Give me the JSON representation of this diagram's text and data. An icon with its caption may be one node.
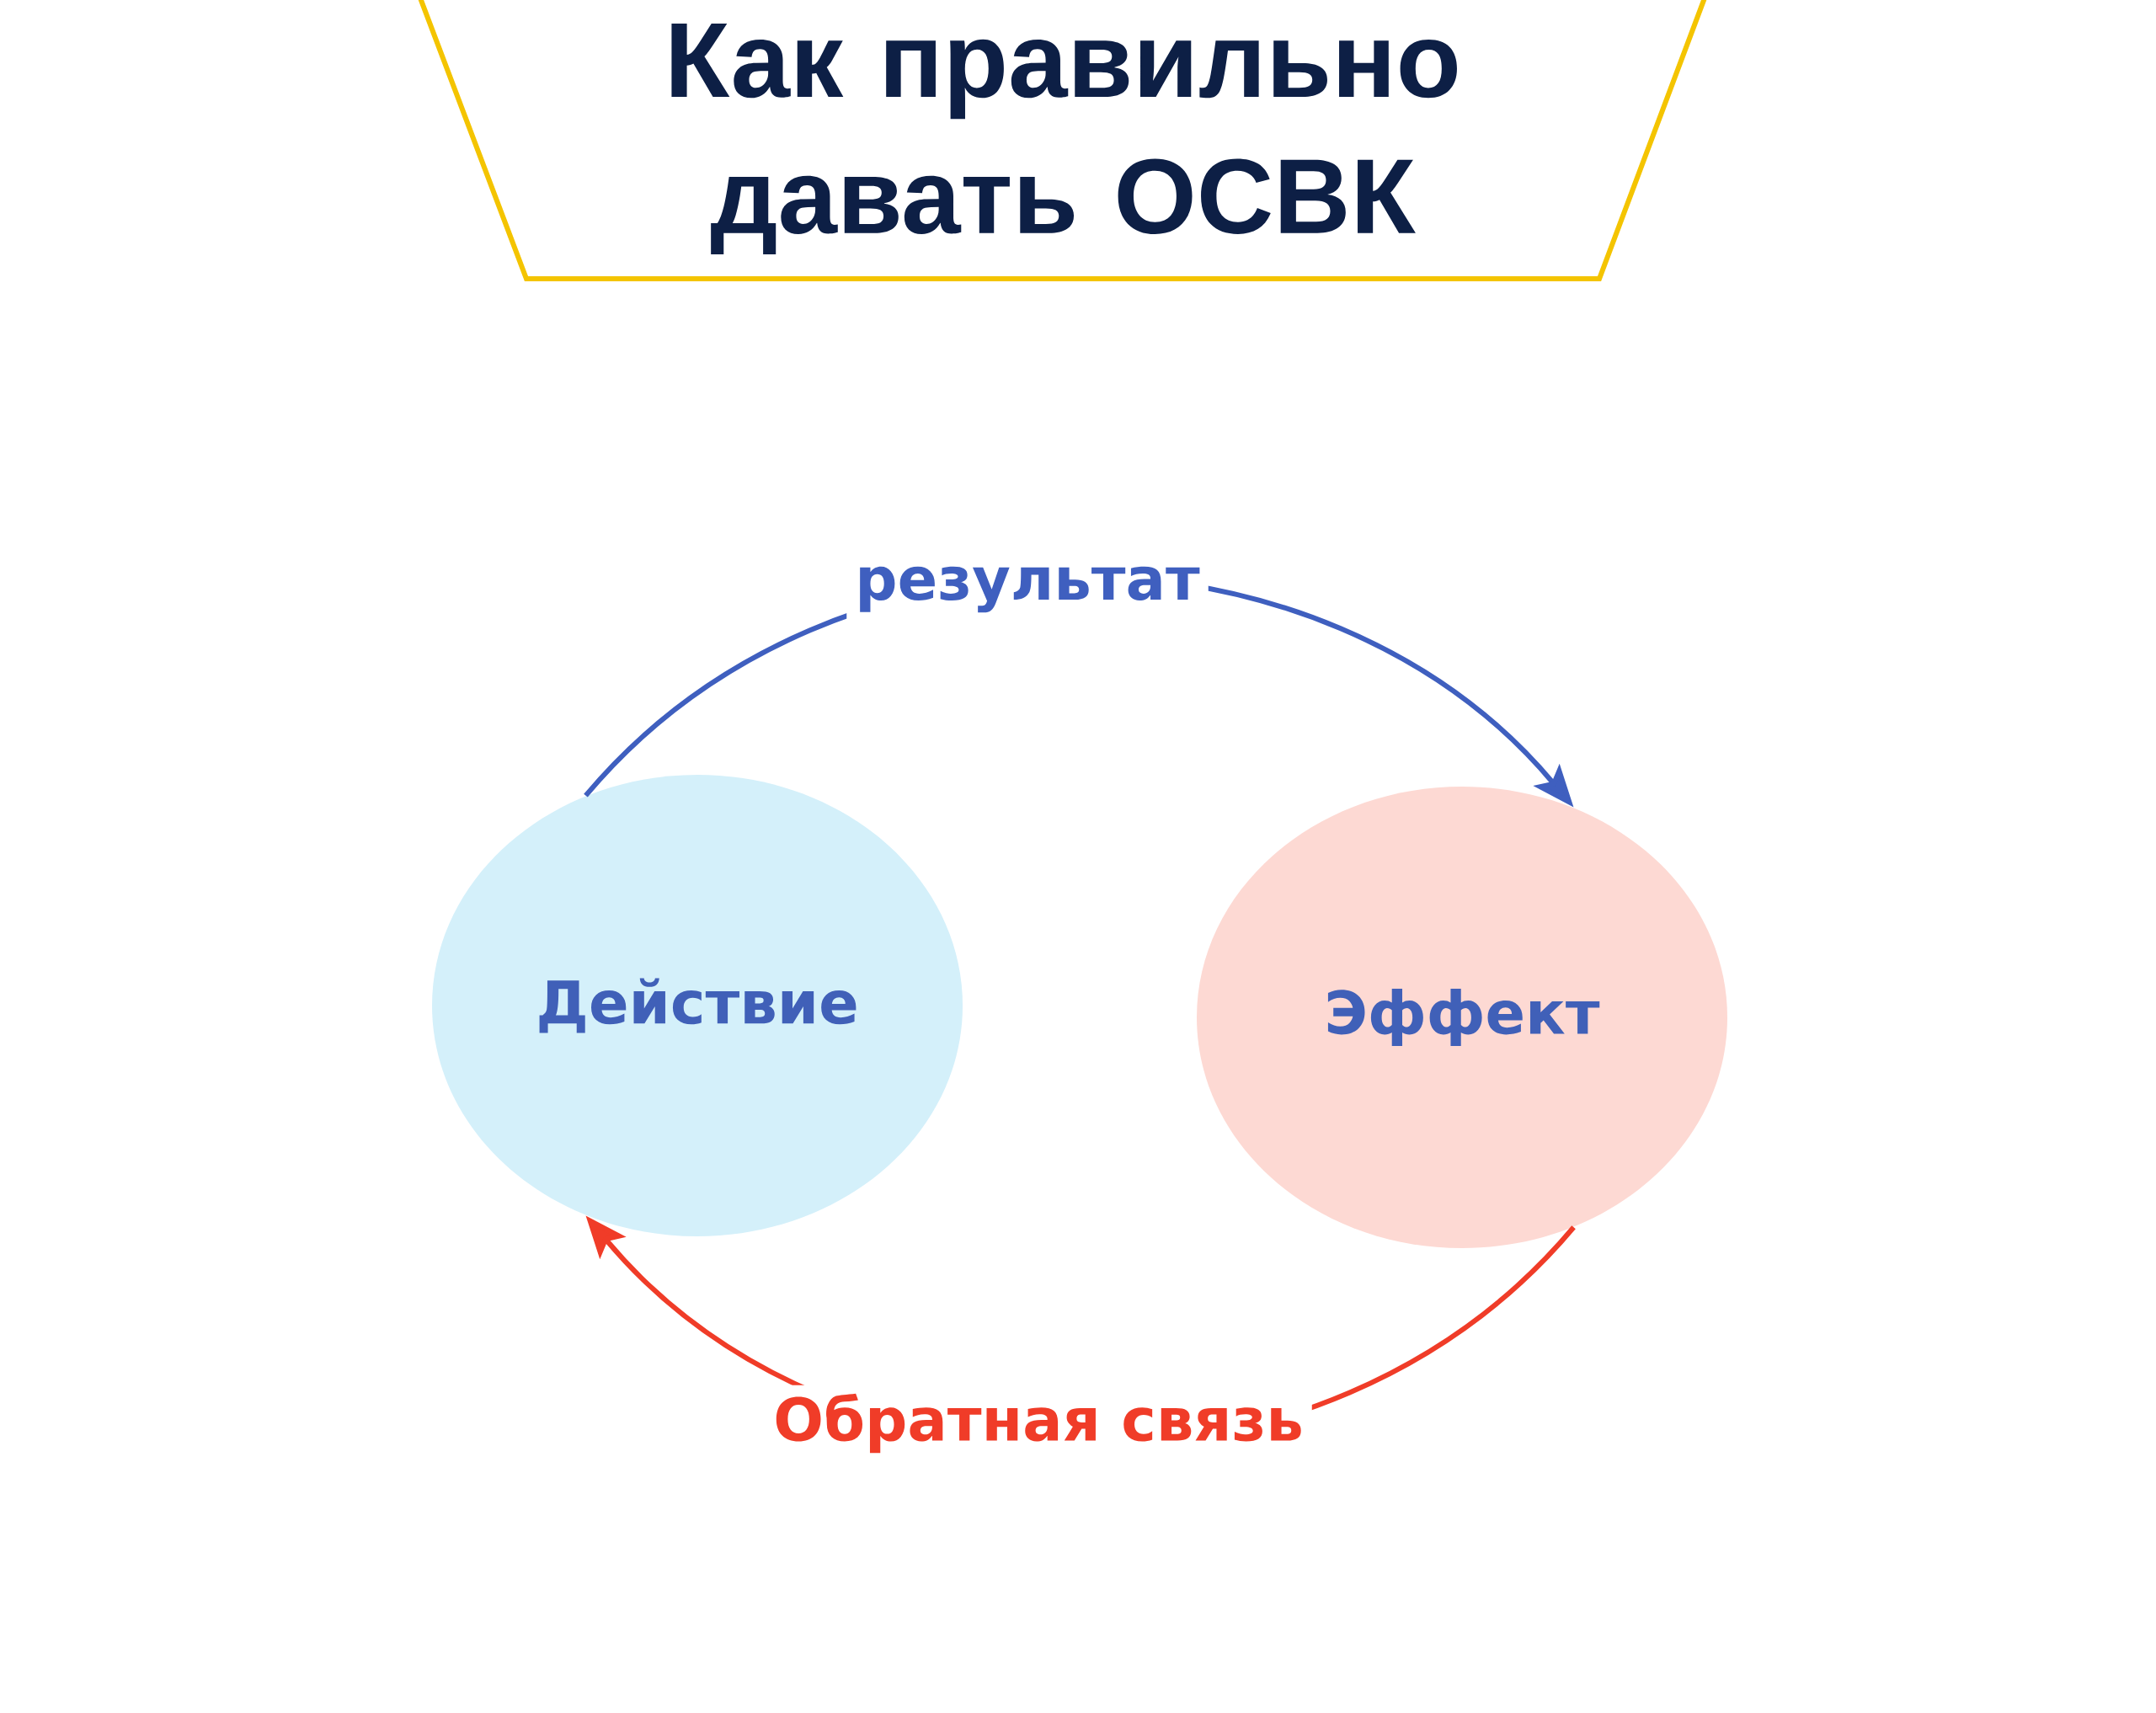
{
  "diagram": {
    "title": "Как правильно давать ОСВК",
    "nodes": [
      {
        "text": [
          "Действие"
        ]
      },
      {
        "text": [
          "Эффект"
        ]
      }
    ],
    "edges": [
      {
        "from": 0,
        "to": 1,
        "arrow": "to",
        "label": "результат",
        "color": "#3f5fbf"
      },
      {
        "from": 1,
        "to": 0,
        "arrow": "to",
        "label": "Обратная связь",
        "color": "#f03c28"
      }
    ]
  }
}
